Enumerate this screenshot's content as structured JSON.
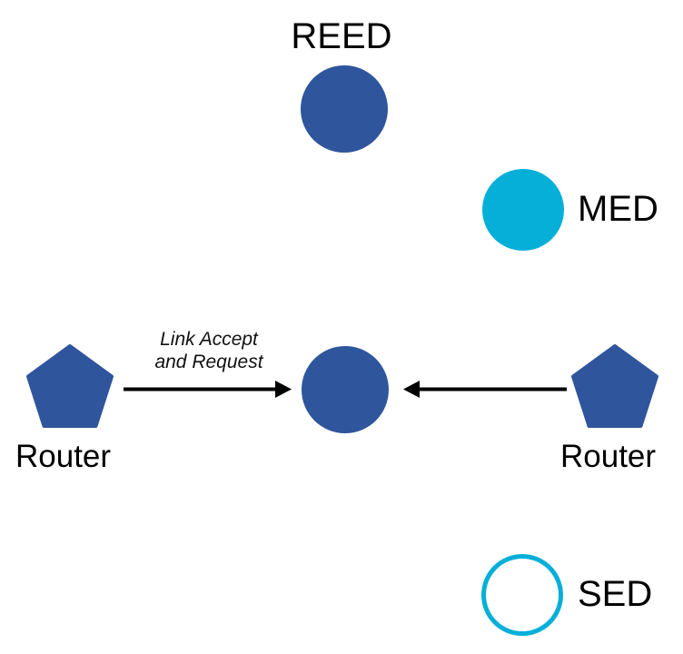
{
  "diagram": {
    "title_visible": false,
    "background": "#ffffff",
    "colors": {
      "dark_blue": "#2f559c",
      "cyan": "#06afd8",
      "arrow_black": "#000000",
      "text_black": "#000000"
    },
    "nodes": [
      {
        "id": "reed",
        "label": "REED",
        "shape": "circle",
        "fill": "#2f559c",
        "stroke": "none",
        "label_position": "above"
      },
      {
        "id": "med",
        "label": "MED",
        "shape": "circle",
        "fill": "#06afd8",
        "stroke": "none",
        "label_position": "right"
      },
      {
        "id": "sed",
        "label": "SED",
        "shape": "circle",
        "fill": "#ffffff",
        "stroke": "#06afd8",
        "label_position": "right"
      },
      {
        "id": "center",
        "label": "",
        "shape": "circle",
        "fill": "#2f559c",
        "stroke": "none",
        "label_position": "none"
      },
      {
        "id": "router-left",
        "label": "Router",
        "shape": "pentagon",
        "fill": "#2f559c",
        "stroke": "none",
        "label_position": "below"
      },
      {
        "id": "router-right",
        "label": "Router",
        "shape": "pentagon",
        "fill": "#2f559c",
        "stroke": "none",
        "label_position": "below"
      }
    ],
    "edges": [
      {
        "id": "left-to-center",
        "from": "router-left",
        "to": "center",
        "direction": "right",
        "label_line1": "Link Accept",
        "label_line2": "and Request",
        "style": "solid-arrow"
      },
      {
        "id": "right-to-center",
        "from": "router-right",
        "to": "center",
        "direction": "left",
        "label_line1": "",
        "label_line2": "",
        "style": "solid-arrow"
      }
    ]
  }
}
